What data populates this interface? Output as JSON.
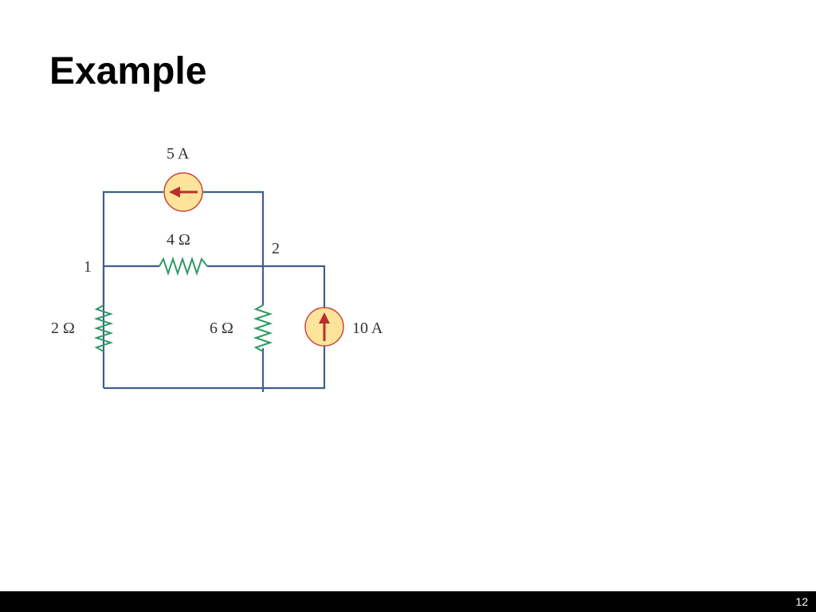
{
  "slide": {
    "title": "Example",
    "page_number": "12"
  },
  "circuit": {
    "sources": {
      "top": {
        "label": "5 A",
        "direction": "left"
      },
      "right": {
        "label": "10 A",
        "direction": "up"
      }
    },
    "resistors": {
      "r_horizontal": {
        "label": "4 Ω"
      },
      "r_left": {
        "label": "2 Ω"
      },
      "r_middle": {
        "label": "6 Ω"
      }
    },
    "nodes": {
      "node1": {
        "label": "1"
      },
      "node2": {
        "label": "2"
      }
    },
    "colors": {
      "wire": "#3d5f8f",
      "resistor": "#2e9a62",
      "source_fill": "#fde49a",
      "source_stroke": "#c9453e",
      "arrow": "#b8302c"
    }
  }
}
